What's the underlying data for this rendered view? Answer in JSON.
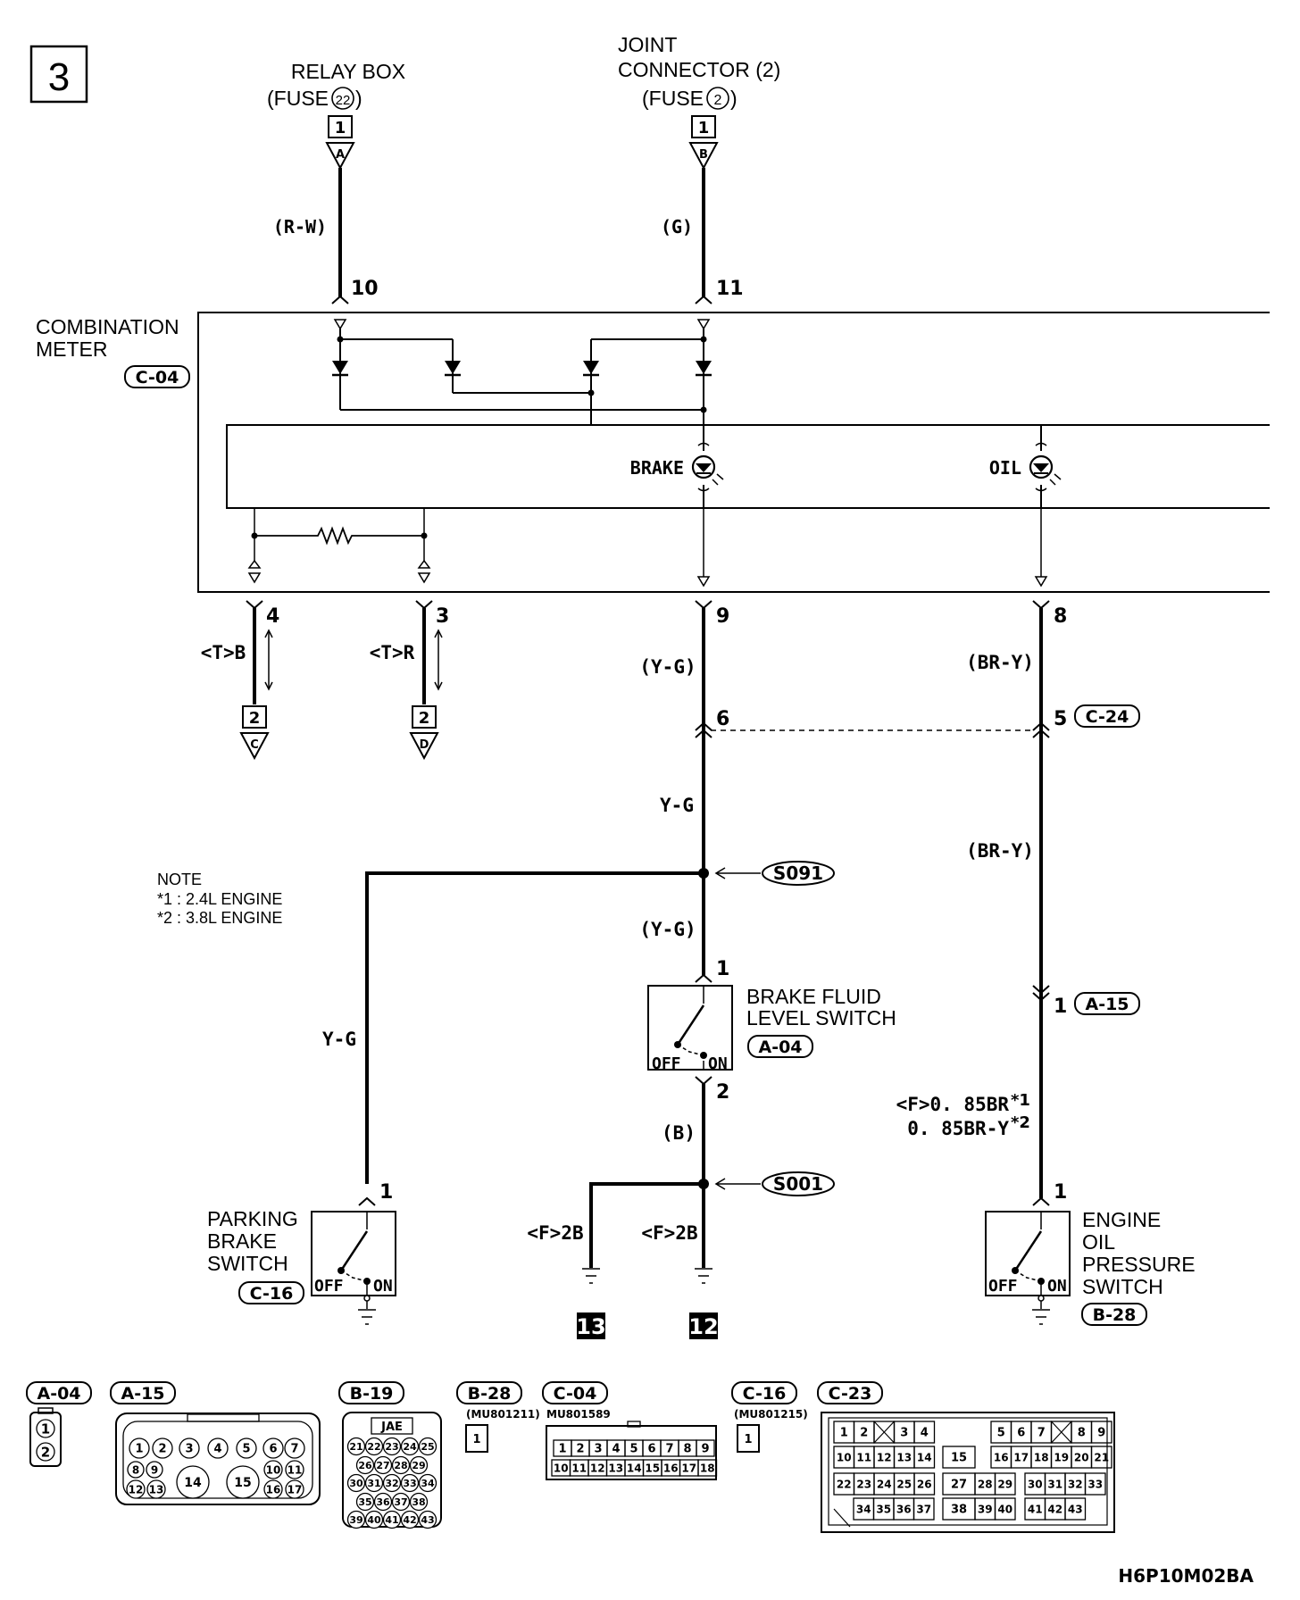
{
  "page_number": "3",
  "figure_code": "H6P10M02BA",
  "colors": {
    "ink": "#000000",
    "paper": "#ffffff"
  },
  "sources": {
    "relay_box": {
      "line1": "RELAY BOX",
      "fuse": "(FUSE",
      "fuse_num": "22",
      "connector_num": "1",
      "connector_letter": "A",
      "wire": "(R-W)",
      "pin": "10"
    },
    "joint_connector": {
      "line1": "JOINT",
      "line2": "CONNECTOR (2)",
      "fuse": "(FUSE",
      "fuse_num": "2",
      "connector_num": "1",
      "connector_letter": "B",
      "wire": "(G)",
      "pin": "11"
    }
  },
  "combination_meter": {
    "line1": "COMBINATION",
    "line2": "METER",
    "code": "C-04",
    "brake_label": "BRAKE",
    "oil_label": "OIL",
    "pins": {
      "p4": "4",
      "p3": "3",
      "p9": "9",
      "p8": "8"
    }
  },
  "outputs": {
    "left": {
      "wire": "<T>B",
      "connector_num": "2",
      "connector_letter": "C"
    },
    "right": {
      "wire": "<T>R",
      "connector_num": "2",
      "connector_letter": "D"
    }
  },
  "wires": {
    "yg_paren_1": "(Y-G)",
    "yg_1": "Y-G",
    "yg_paren_2": "(Y-G)",
    "yg_left": "Y-G",
    "brown_yellow_1": "(BR-Y)",
    "brown_yellow_2": "(BR-Y)",
    "black_paren": "(B)",
    "ground_left": "<F>2B",
    "ground_right": "<F>2B",
    "engine_wire_1": "<F>0. 85BR",
    "engine_wire_1_note": "*1",
    "engine_wire_2": "0. 85BR-Y",
    "engine_wire_2_note": "*2"
  },
  "pins": {
    "p6": "6",
    "p5": "5",
    "p1_brake": "1",
    "p2_brake": "2",
    "p1_engine_conn": "1",
    "p1_parking": "1",
    "p1_oil": "1"
  },
  "connector_codes": {
    "c24": "C-24",
    "a15": "A-15"
  },
  "splices": {
    "s091": "S091",
    "s001": "S001"
  },
  "note": {
    "title": "NOTE",
    "line1": "*1 : 2.4L ENGINE",
    "line2": "*2 : 3.8L ENGINE"
  },
  "switches": {
    "brake_fluid": {
      "line1": "BRAKE FLUID",
      "line2": "LEVEL SWITCH",
      "code": "A-04",
      "off": "OFF",
      "on": "ON"
    },
    "parking_brake": {
      "line1": "PARKING",
      "line2": "BRAKE",
      "line3": "SWITCH",
      "code": "C-16",
      "off": "OFF",
      "on": "ON"
    },
    "oil_pressure": {
      "line1": "ENGINE",
      "line2": "OIL",
      "line3": "PRESSURE",
      "line4": "SWITCH",
      "code": "B-28",
      "off": "OFF",
      "on": "ON"
    }
  },
  "ground_refs": {
    "left": "13",
    "right": "12"
  },
  "connector_views": {
    "a04": {
      "code": "A-04",
      "pins": [
        "1",
        "2"
      ]
    },
    "a15": {
      "code": "A-15",
      "pins": [
        "1",
        "2",
        "3",
        "4",
        "5",
        "6",
        "7",
        "8",
        "9",
        "10",
        "11",
        "12",
        "13",
        "14",
        "15",
        "16",
        "17"
      ]
    },
    "b19": {
      "code": "B-19",
      "header": "JAE",
      "rows": [
        [
          "21",
          "22",
          "23",
          "24",
          "25"
        ],
        [
          "26",
          "27",
          "28",
          "29"
        ],
        [
          "30",
          "31",
          "32",
          "33",
          "34"
        ],
        [
          "35",
          "36",
          "37",
          "38"
        ],
        [
          "39",
          "40",
          "41",
          "42",
          "43"
        ]
      ]
    },
    "b28": {
      "code": "B-28",
      "part": "(MU801211)",
      "pin": "1"
    },
    "c04": {
      "code": "C-04",
      "part": "MU801589",
      "row1": [
        "1",
        "2",
        "3",
        "4",
        "5",
        "6",
        "7",
        "8",
        "9"
      ],
      "row2": [
        "10",
        "11",
        "12",
        "13",
        "14",
        "15",
        "16",
        "17",
        "18"
      ]
    },
    "c16": {
      "code": "C-16",
      "part": "(MU801215)",
      "pin": "1"
    },
    "c23": {
      "code": "C-23",
      "row1": [
        "1",
        "2",
        "",
        "3",
        "4",
        "",
        "",
        "",
        "5",
        "6",
        "7",
        "",
        "8",
        "9"
      ],
      "row2": [
        "10",
        "11",
        "12",
        "13",
        "14",
        "15",
        "16",
        "17",
        "18",
        "19",
        "20",
        "21"
      ],
      "row3": [
        "22",
        "23",
        "24",
        "25",
        "26",
        "27",
        "28",
        "29",
        "30",
        "31",
        "32",
        "33"
      ],
      "row4": [
        "34",
        "35",
        "36",
        "37",
        "38",
        "39",
        "40",
        "41",
        "42",
        "43"
      ]
    }
  }
}
